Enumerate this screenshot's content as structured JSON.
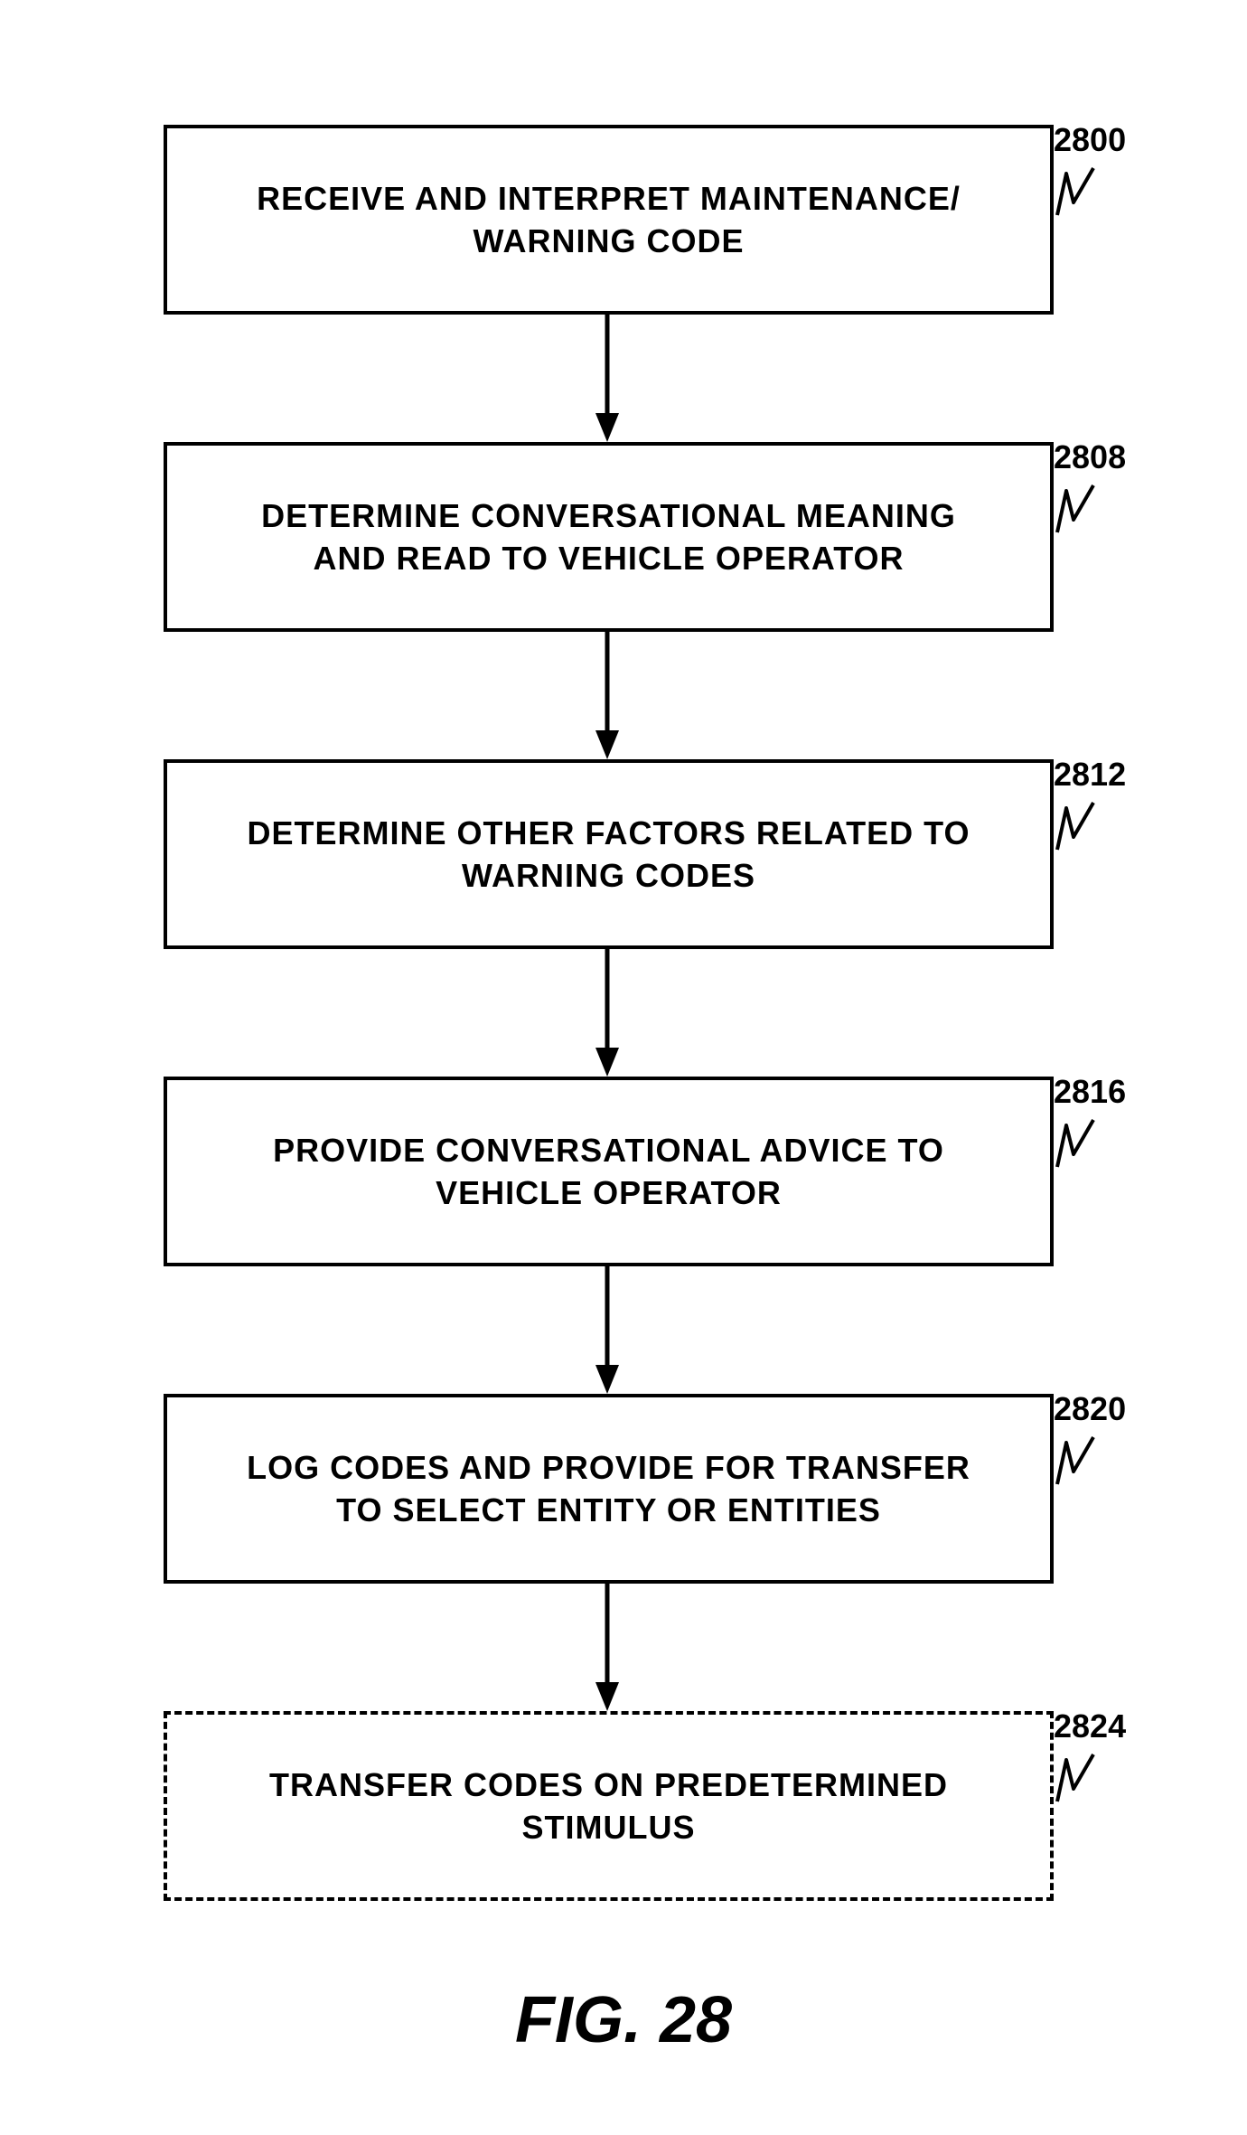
{
  "figure": {
    "caption": "FIG. 28"
  },
  "steps": [
    {
      "ref": "2800",
      "text": "RECEIVE AND INTERPRET MAINTENANCE/\nWARNING CODE",
      "style": "solid"
    },
    {
      "ref": "2808",
      "text": "DETERMINE CONVERSATIONAL MEANING\nAND READ TO VEHICLE OPERATOR",
      "style": "solid"
    },
    {
      "ref": "2812",
      "text": "DETERMINE OTHER FACTORS RELATED TO\nWARNING CODES",
      "style": "solid"
    },
    {
      "ref": "2816",
      "text": "PROVIDE CONVERSATIONAL ADVICE TO\nVEHICLE OPERATOR",
      "style": "solid"
    },
    {
      "ref": "2820",
      "text": "LOG CODES AND PROVIDE FOR TRANSFER\nTO SELECT ENTITY OR ENTITIES",
      "style": "solid"
    },
    {
      "ref": "2824",
      "text": "TRANSFER CODES ON PREDETERMINED\nSTIMULUS",
      "style": "dashed"
    }
  ]
}
